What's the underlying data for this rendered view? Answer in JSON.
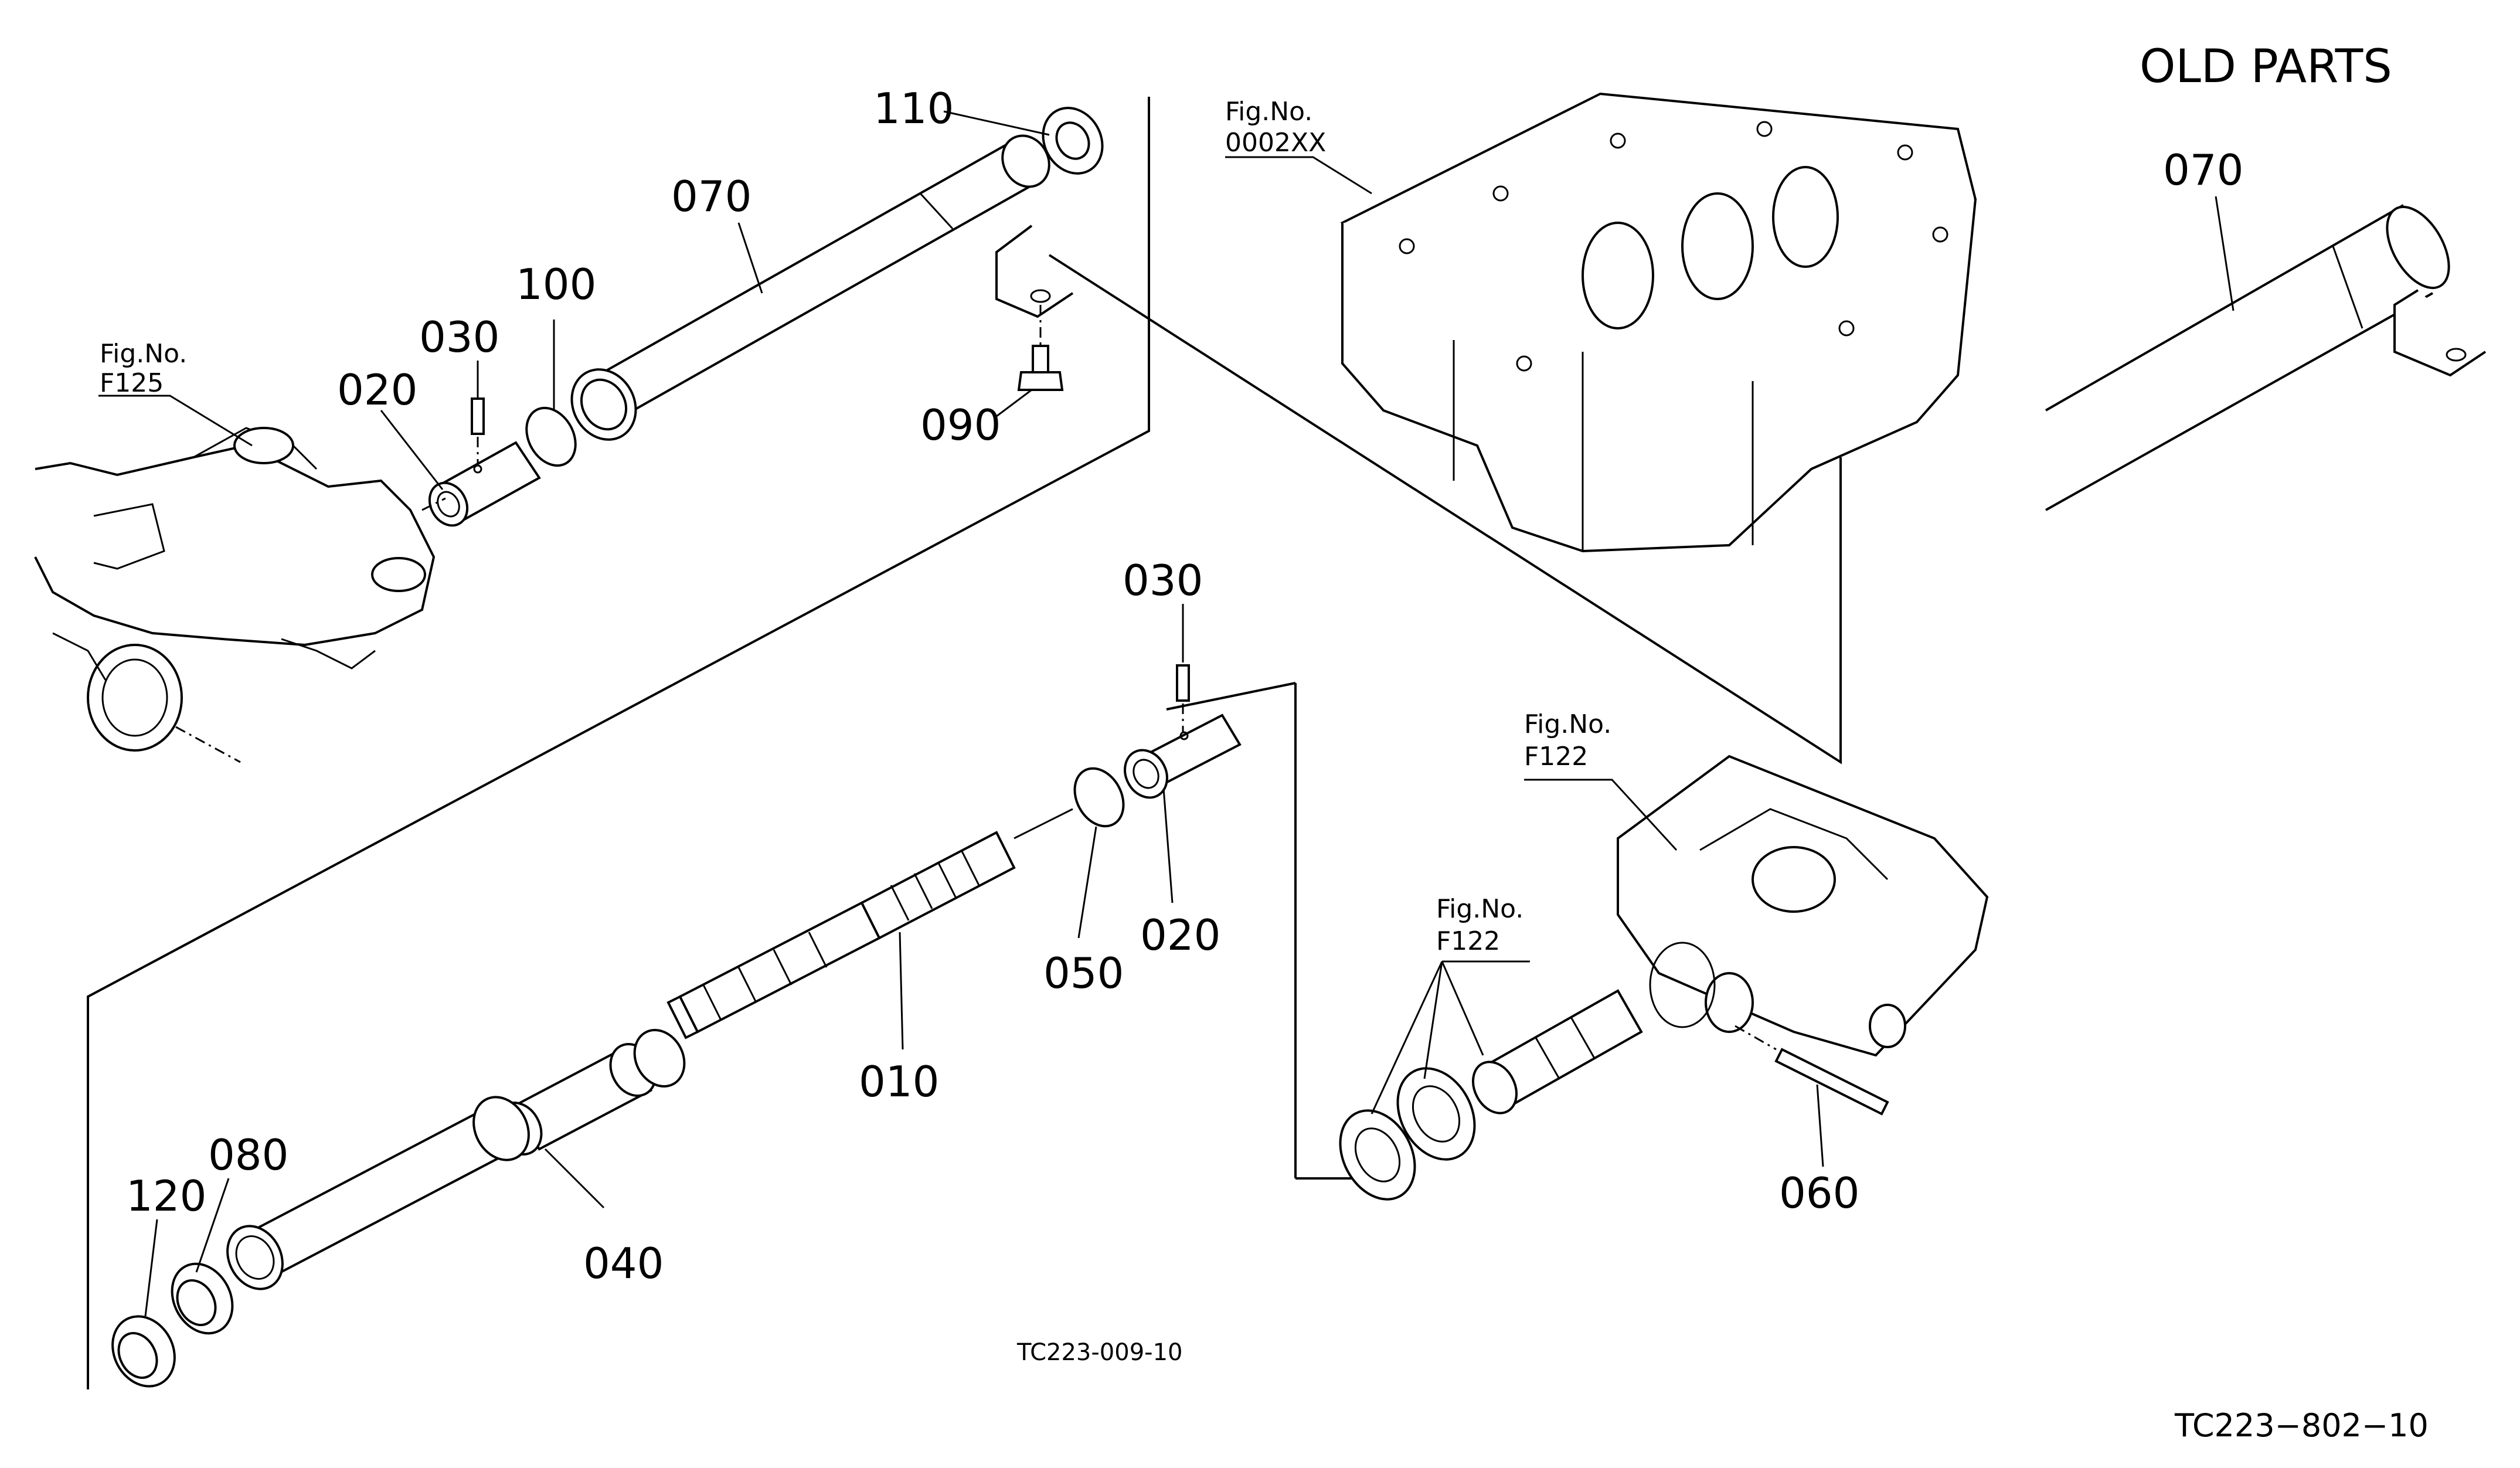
{
  "header": {
    "title": "OLD PARTS"
  },
  "callouts": [
    {
      "id": "110",
      "label": "110"
    },
    {
      "id": "070",
      "label": "070"
    },
    {
      "id": "100",
      "label": "100"
    },
    {
      "id": "030a",
      "label": "030"
    },
    {
      "id": "020a",
      "label": "020"
    },
    {
      "id": "090",
      "label": "090"
    },
    {
      "id": "030b",
      "label": "030"
    },
    {
      "id": "050",
      "label": "050"
    },
    {
      "id": "020b",
      "label": "020"
    },
    {
      "id": "010",
      "label": "010"
    },
    {
      "id": "080",
      "label": "080"
    },
    {
      "id": "120",
      "label": "120"
    },
    {
      "id": "040",
      "label": "040"
    },
    {
      "id": "060",
      "label": "060"
    },
    {
      "id": "070old",
      "label": "070"
    }
  ],
  "fig_refs": [
    {
      "id": "f125",
      "line1": "Fig.No.",
      "line2": "F125"
    },
    {
      "id": "f0002xx",
      "line1": "Fig.No.",
      "line2": "0002XX"
    },
    {
      "id": "f122a",
      "line1": "Fig.No.",
      "line2": "F122"
    },
    {
      "id": "f122b",
      "line1": "Fig.No.",
      "line2": "F122"
    }
  ],
  "codes": {
    "inner": "TC223-009-10",
    "footer": "TC223−802−10"
  }
}
